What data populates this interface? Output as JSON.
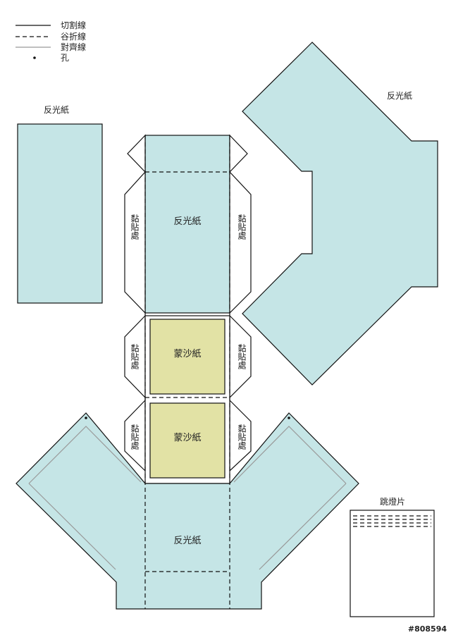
{
  "legend": {
    "cut_line": "切割線",
    "valley_fold": "谷折線",
    "align_line": "對齊線",
    "hole": "孔"
  },
  "pieces": {
    "reflector_label": "反光紙",
    "frosted_label": "蒙沙紙",
    "glue_label": "黏貼處",
    "jumper_label": "跳燈片"
  },
  "watermark": "#808594",
  "colors": {
    "reflector": "#c5e5e6",
    "frosted": "#e2e2a5",
    "line": "#111111",
    "align": "#999999",
    "background": "#ffffff"
  }
}
